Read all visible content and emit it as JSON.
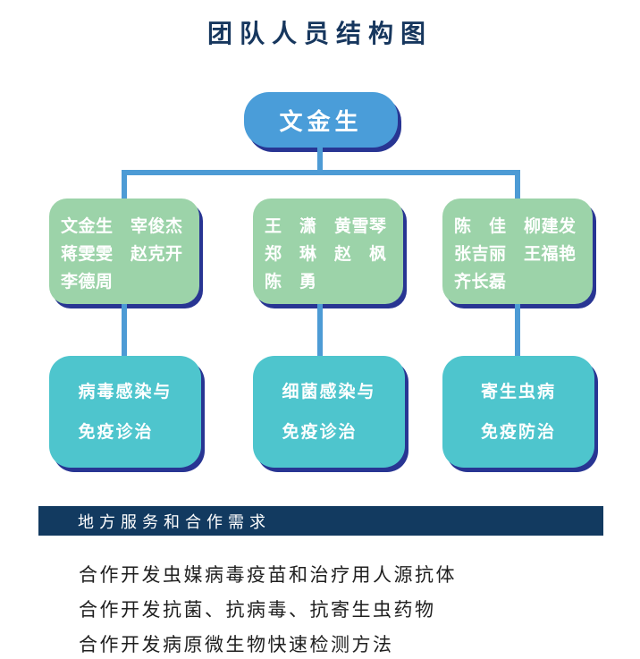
{
  "title": "团队人员结构图",
  "org_chart": {
    "root": {
      "label": "文金生"
    },
    "member_groups": [
      {
        "lines": [
          "文金生　宰俊杰",
          "蒋雯雯　赵克开",
          "李德周"
        ]
      },
      {
        "lines": [
          "王　潇　黄雪琴",
          "郑　琳　赵　枫",
          "陈　勇"
        ]
      },
      {
        "lines": [
          "陈　佳　柳建发",
          "张吉丽　王福艳",
          "齐长磊"
        ]
      }
    ],
    "specialty_groups": [
      {
        "lines": [
          "病毒感染与",
          "免疫诊治"
        ]
      },
      {
        "lines": [
          "细菌感染与",
          "免疫诊治"
        ]
      },
      {
        "lines": [
          "寄生虫病",
          "免疫防治"
        ]
      }
    ]
  },
  "section": {
    "heading": "地方服务和合作需求",
    "items": [
      "合作开发虫媒病毒疫苗和治疗用人源抗体",
      "合作开发抗菌、抗病毒、抗寄生虫药物",
      "合作开发病原微生物快速检测方法"
    ]
  },
  "colors": {
    "title": "#17375E",
    "root": "#4A9DD9",
    "green": "#9CD3A9",
    "teal": "#4EC5CD",
    "shadow": "#283593",
    "connector": "#4D9BD5",
    "banner": "#123A60",
    "body_text": "#1F1F1F"
  }
}
